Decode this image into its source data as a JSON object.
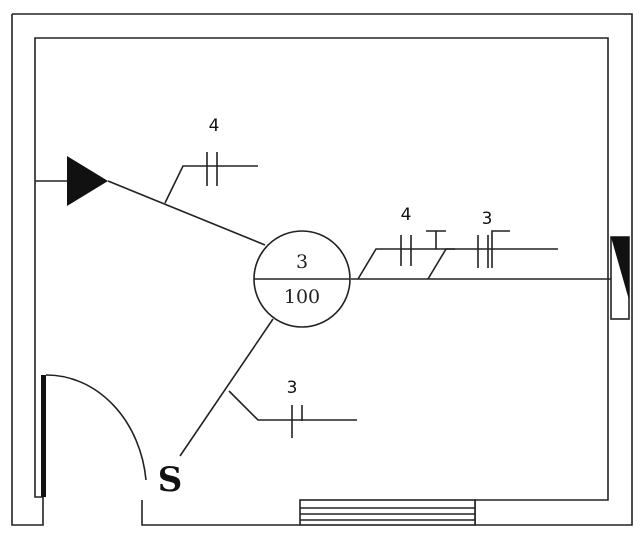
{
  "plan": {
    "junction_box": {
      "top": "3",
      "bottom": "100"
    },
    "switch_symbol": "S",
    "runs": {
      "left_upper_count": "4",
      "right_first_count": "4",
      "right_second_count": "3",
      "lower_count": "3"
    }
  }
}
